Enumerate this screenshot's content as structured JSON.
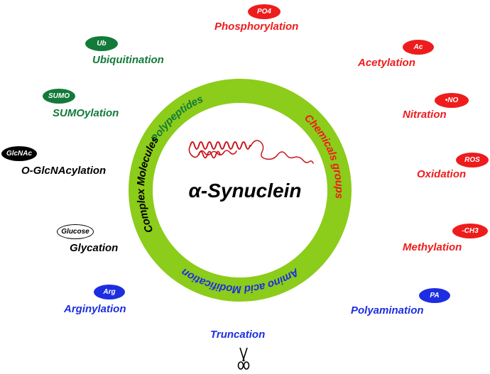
{
  "center": {
    "title": "α-Synuclein"
  },
  "ring": {
    "color": "#8ccc1a",
    "segments": [
      {
        "text": "Polypeptides",
        "color": "#137a3a"
      },
      {
        "text": "Chemicals groups",
        "color": "#ee1c1c"
      },
      {
        "text": "Amino acid Modification",
        "color": "#1c2ee0"
      },
      {
        "text": "Complex Molecules",
        "color": "#000000"
      }
    ]
  },
  "modifications": [
    {
      "label": "Phosphorylation",
      "badge": "PO4",
      "color": "#ee1c1c"
    },
    {
      "label": "Acetylation",
      "badge": "Ac",
      "color": "#ee1c1c"
    },
    {
      "label": "Nitration",
      "badge": "•NO",
      "color": "#ee1c1c"
    },
    {
      "label": "Oxidation",
      "badge": "ROS",
      "color": "#ee1c1c"
    },
    {
      "label": "Methylation",
      "badge": "-CH3",
      "color": "#ee1c1c"
    },
    {
      "label": "Polyamination",
      "badge": "PA",
      "color": "#1c2ee0"
    },
    {
      "label": "Truncation",
      "badge": "",
      "color": "#1c2ee0"
    },
    {
      "label": "Arginylation",
      "badge": "Arg",
      "color": "#1c2ee0"
    },
    {
      "label": "Glycation",
      "badge": "Glucose",
      "color": "#000000"
    },
    {
      "label": "O-GlcNAcylation",
      "badge": "GlcNAc",
      "color": "#000000"
    },
    {
      "label": "SUMOylation",
      "badge": "SUMO",
      "color": "#137a3a"
    },
    {
      "label": "Ubiquitination",
      "badge": "Ub",
      "color": "#137a3a"
    }
  ],
  "icons": {
    "truncation": "scissors-icon",
    "protein": "protein-structure-icon"
  }
}
